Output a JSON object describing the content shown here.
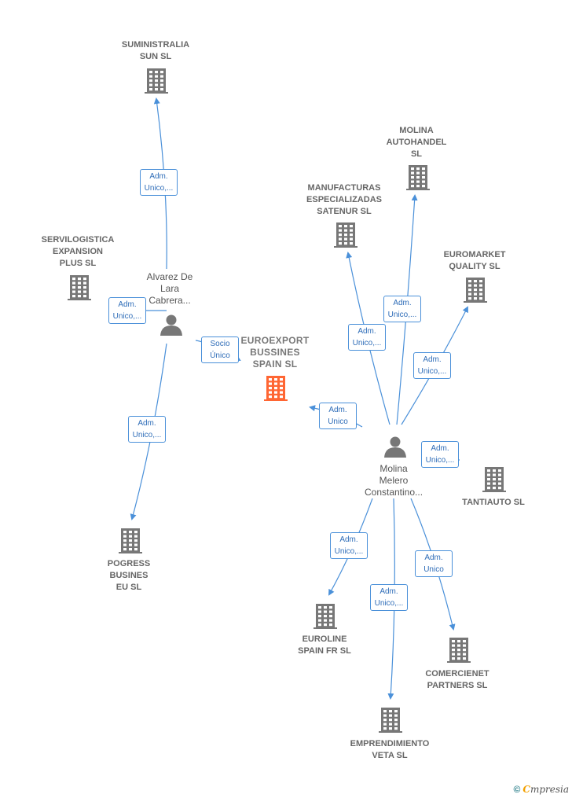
{
  "colors": {
    "edge": "#4a90d9",
    "node": "#777777",
    "focus": "#ff6633"
  },
  "nodes": {
    "suministralia": {
      "label": "SUMINISTRALIA\nSUN  SL",
      "kind": "company"
    },
    "servilogistica": {
      "label": "SERVILOGISTICA\nEXPANSION\nPLUS  SL",
      "kind": "company"
    },
    "alvarez": {
      "label": "Alvarez De\nLara\nCabrera...",
      "kind": "person"
    },
    "euroexport": {
      "label": "EUROEXPORT\nBUSSINES\nSPAIN  SL",
      "kind": "focus"
    },
    "pogress": {
      "label": "POGRESS\nBUSINES\nEU  SL",
      "kind": "company"
    },
    "molina_autohandel": {
      "label": "MOLINA\nAUTOHANDEL\nSL",
      "kind": "company"
    },
    "manufacturas": {
      "label": "MANUFACTURAS\nESPECIALIZADAS\nSATENUR  SL",
      "kind": "company"
    },
    "euromarket": {
      "label": "EUROMARKET\nQUALITY  SL",
      "kind": "company"
    },
    "molina_melero": {
      "label": "Molina\nMelero\nConstantino...",
      "kind": "person"
    },
    "tantiauto": {
      "label": "TANTIAUTO  SL",
      "kind": "company"
    },
    "euroline": {
      "label": "EUROLINE\nSPAIN FR  SL",
      "kind": "company"
    },
    "comercienet": {
      "label": "COMERCIENET\nPARTNERS  SL",
      "kind": "company"
    },
    "emprendimiento": {
      "label": "EMPRENDIMIENTO\nVETA  SL",
      "kind": "company"
    }
  },
  "edges": [
    {
      "from": "alvarez",
      "to": "suministralia",
      "label": "Adm.\nUnico,..."
    },
    {
      "from": "alvarez",
      "to": "servilogistica",
      "label": "Adm.\nUnico,..."
    },
    {
      "from": "alvarez",
      "to": "euroexport",
      "label": "Socio\nÚnico"
    },
    {
      "from": "alvarez",
      "to": "pogress",
      "label": "Adm.\nUnico,..."
    },
    {
      "from": "molina_melero",
      "to": "manufacturas",
      "label": "Adm.\nUnico,..."
    },
    {
      "from": "molina_melero",
      "to": "molina_autohandel",
      "label": "Adm.\nUnico,..."
    },
    {
      "from": "molina_melero",
      "to": "euromarket",
      "label": "Adm.\nUnico,..."
    },
    {
      "from": "molina_melero",
      "to": "euroexport",
      "label": "Adm.\nUnico"
    },
    {
      "from": "molina_melero",
      "to": "tantiauto",
      "label": "Adm.\nUnico,..."
    },
    {
      "from": "molina_melero",
      "to": "euroline",
      "label": "Adm.\nUnico,..."
    },
    {
      "from": "molina_melero",
      "to": "emprendimiento",
      "label": "Adm.\nUnico,..."
    },
    {
      "from": "molina_melero",
      "to": "comercienet",
      "label": "Adm.\nUnico"
    }
  ],
  "brand": {
    "copyright": "©",
    "e": "C",
    "rest": "mpresia"
  }
}
